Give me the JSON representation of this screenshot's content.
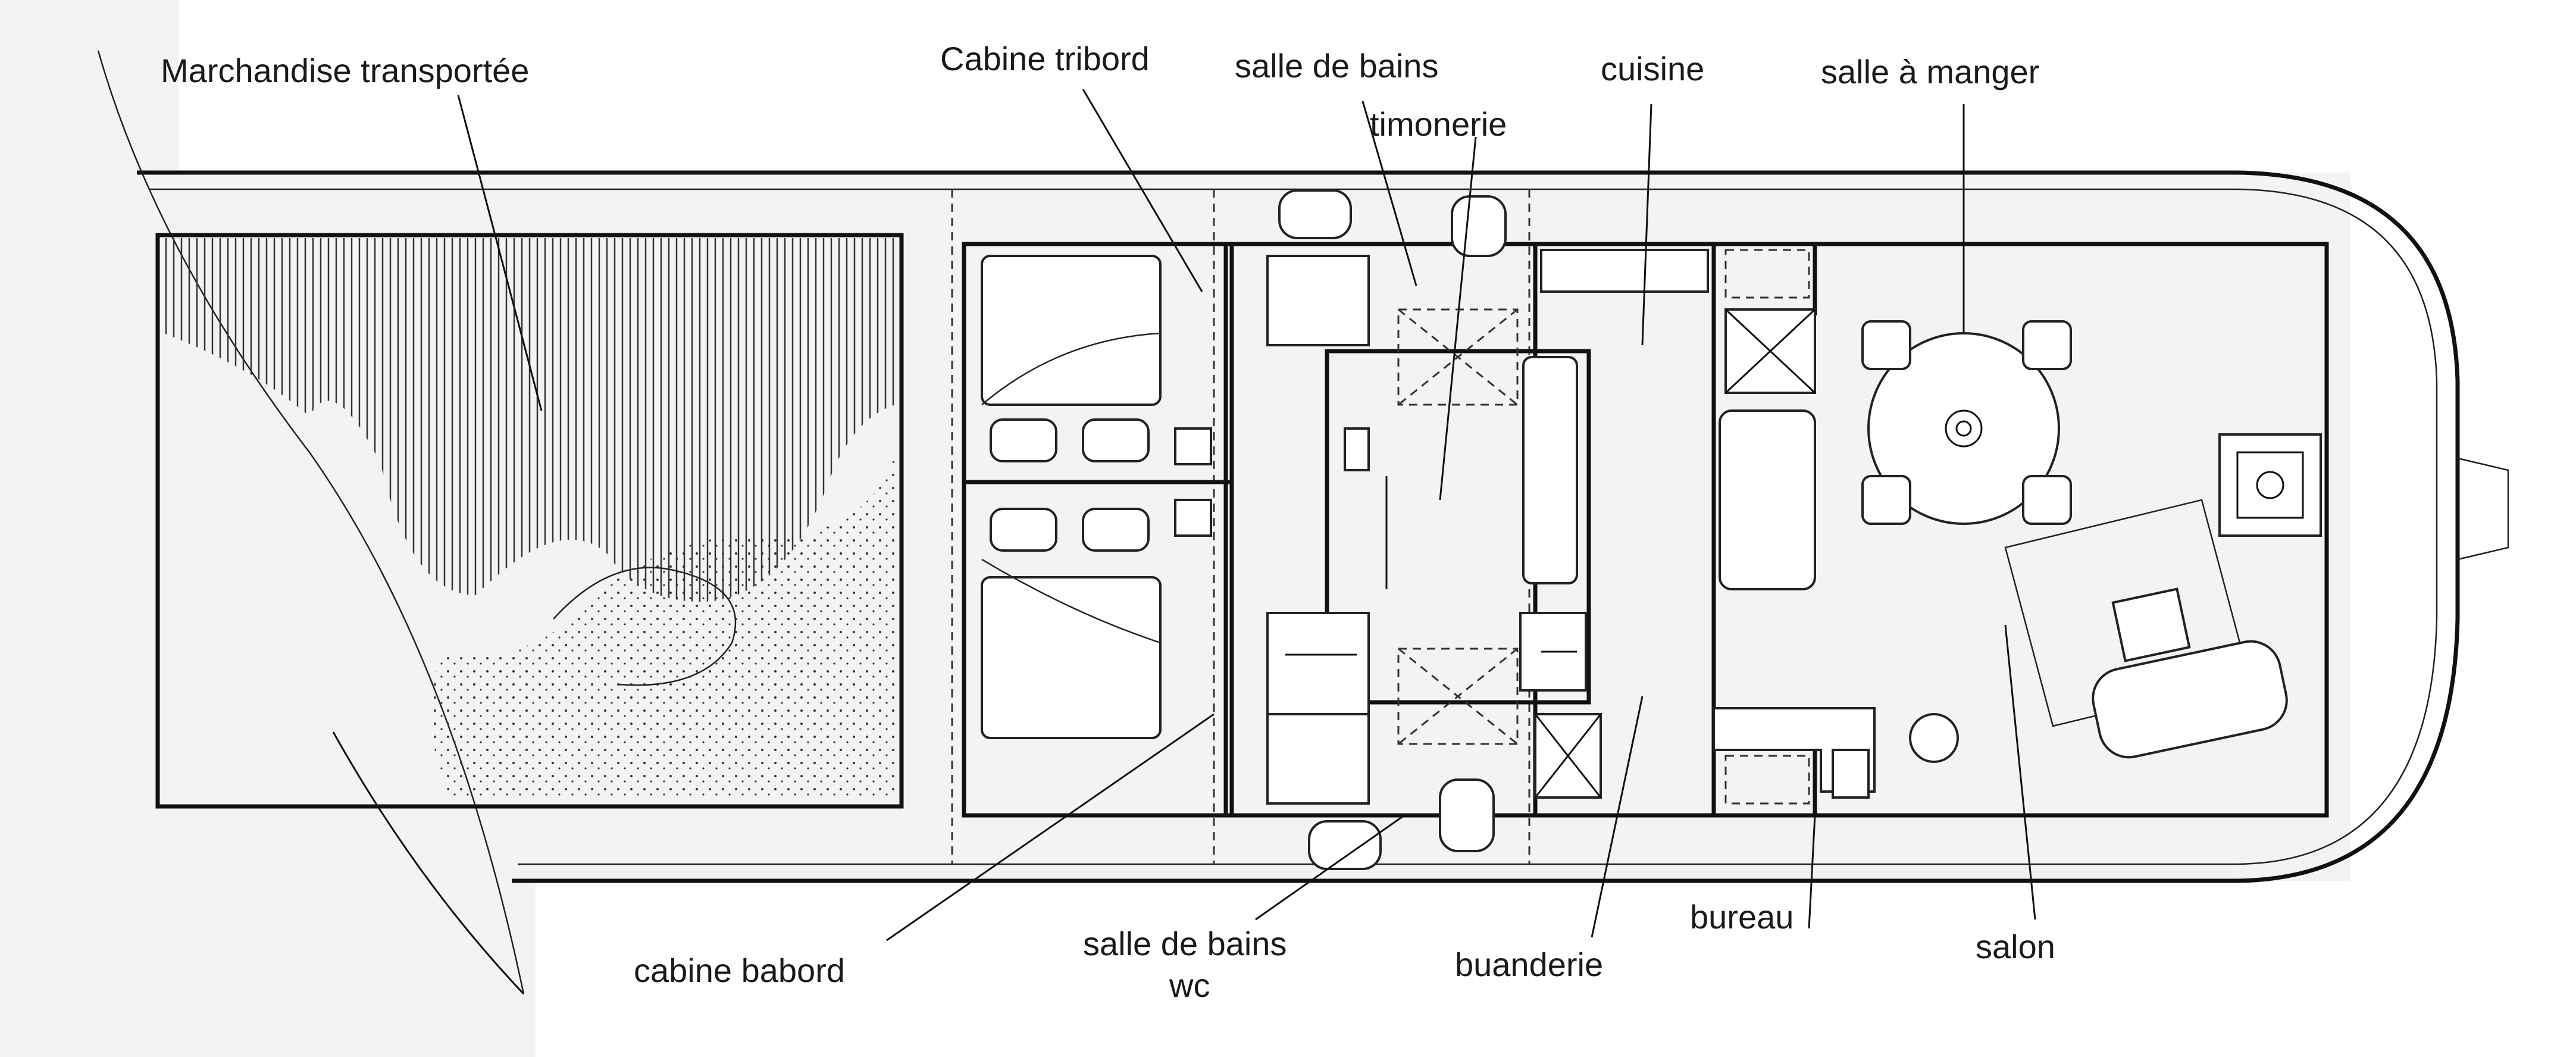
{
  "labels": {
    "cargo": "Marchandise transportée",
    "starboard_cabin": "Cabine tribord",
    "bathroom_top": "salle de bains",
    "wheelhouse": "timonerie",
    "kitchen": "cuisine",
    "dining": "salle à manger",
    "port_cabin": "cabine babord",
    "bathroom_bottom_1": "salle de bains",
    "bathroom_bottom_2": "wc",
    "laundry": "buanderie",
    "office": "bureau",
    "lounge": "salon"
  }
}
